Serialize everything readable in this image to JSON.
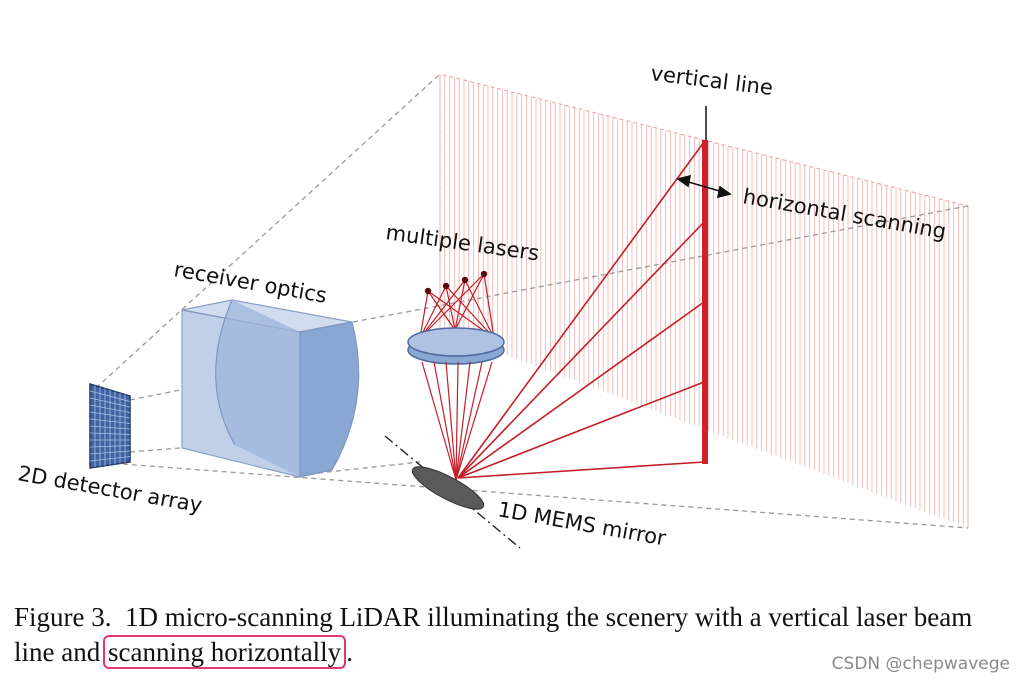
{
  "labels": {
    "vertical_line": "vertical line",
    "horizontal_scanning": "horizontal scanning",
    "multiple_lasers": "multiple lasers",
    "receiver_optics": "receiver optics",
    "detector_array": "2D detector array",
    "mems_mirror": "1D MEMS mirror"
  },
  "caption": {
    "prefix": "Figure 3.",
    "text_part1": "1D micro-scanning LiDAR illuminating the scenery with a vertical laser beam line and",
    "highlighted": "scanning horizontally",
    "end": "."
  },
  "watermark": "CSDN @chepwavege",
  "colors": {
    "laser": "#d0202a",
    "scan_lines": "#f2b5b5",
    "optics": "#8aa7d4",
    "detector": "#3f63a3",
    "mirror": "#5a5a5a",
    "highlight": "#e0386a"
  }
}
